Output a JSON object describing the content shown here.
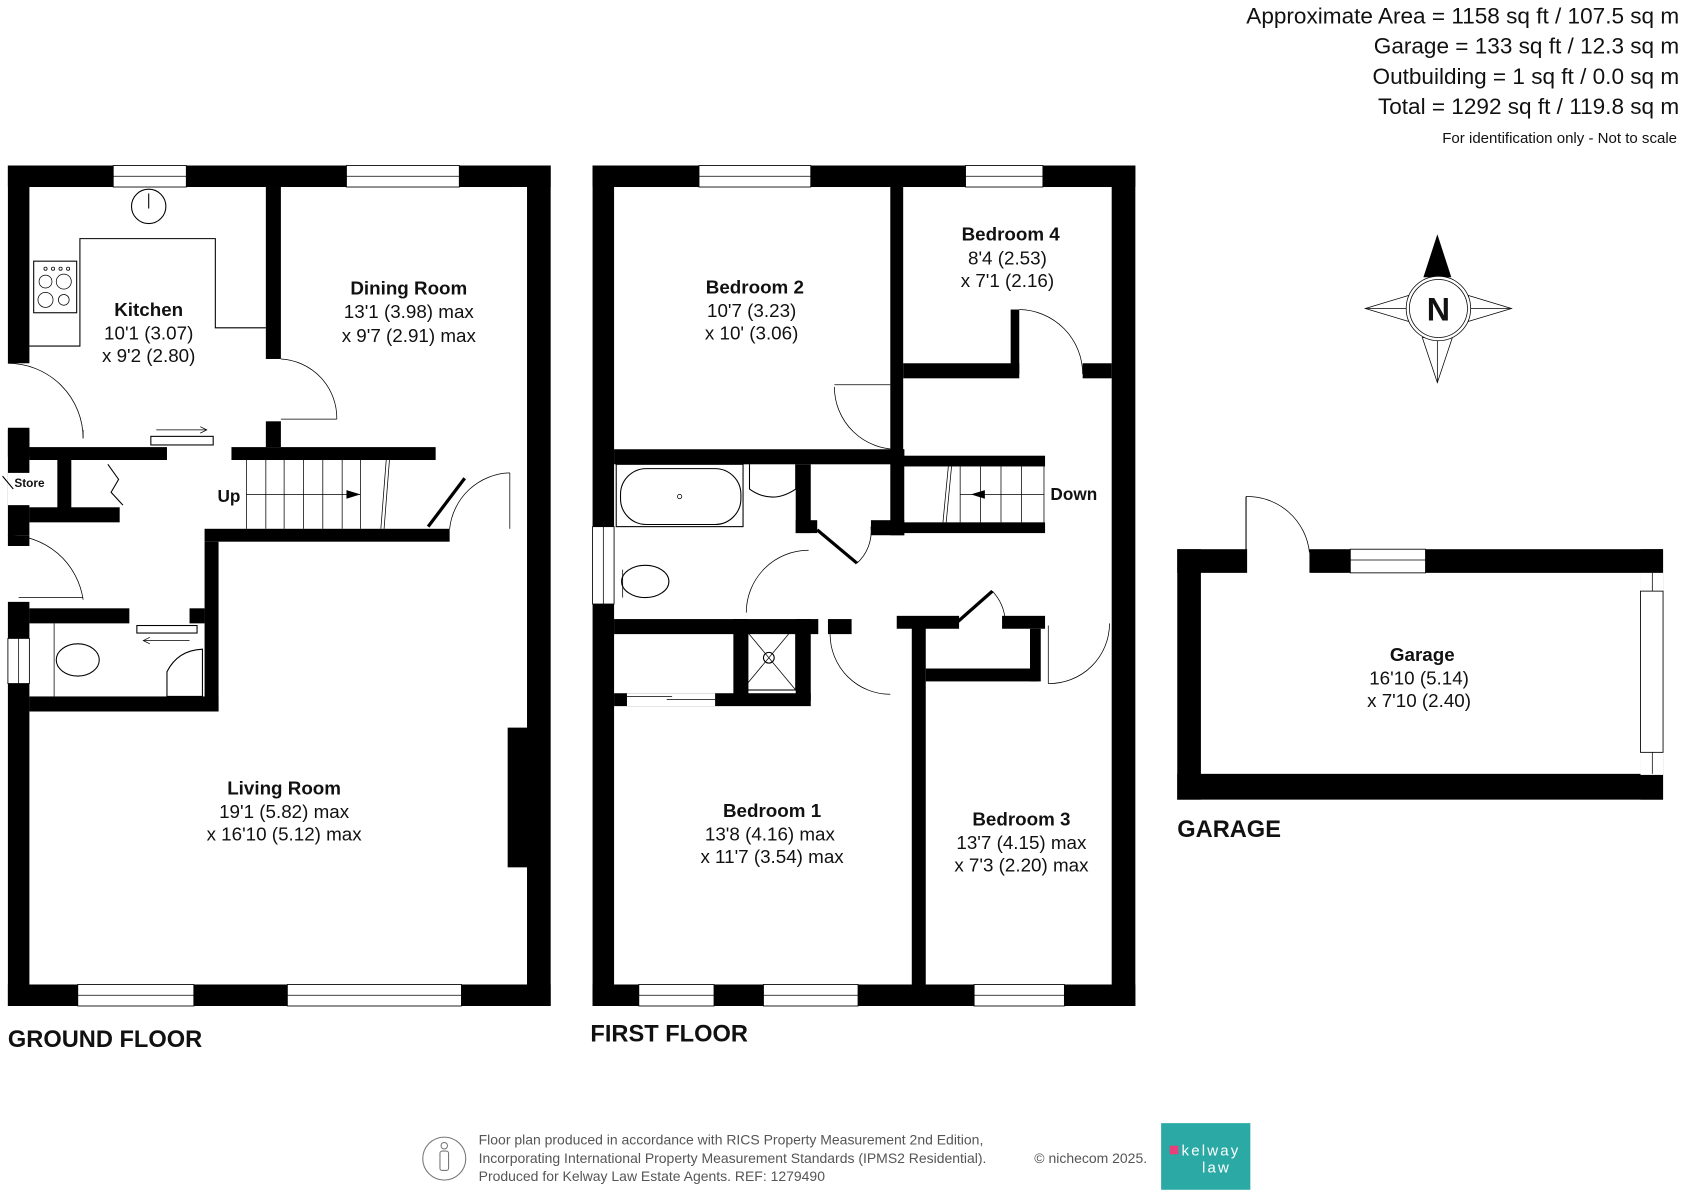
{
  "summary": {
    "approx_area": "Approximate Area = 1158 sq ft / 107.5 sq m",
    "garage": "Garage = 133 sq ft / 12.3 sq m",
    "outbuilding": "Outbuilding = 1 sq ft / 0.0 sq m",
    "total": "Total = 1292 sq ft / 119.8 sq m",
    "disclaimer": "For identification only - Not to scale"
  },
  "ground_floor": {
    "label": "GROUND FLOOR",
    "rooms": {
      "kitchen": {
        "name": "Kitchen",
        "dim1": "10'1 (3.07)",
        "dim2": "x 9'2 (2.80)"
      },
      "dining": {
        "name": "Dining Room",
        "dim1": "13'1 (3.98) max",
        "dim2": "x 9'7 (2.91) max"
      },
      "living": {
        "name": "Living Room",
        "dim1": "19'1 (5.82) max",
        "dim2": "x 16'10 (5.12) max"
      },
      "store": {
        "name": "Store"
      }
    },
    "stairs_label": "Up"
  },
  "first_floor": {
    "label": "FIRST FLOOR",
    "rooms": {
      "bedroom1": {
        "name": "Bedroom 1",
        "dim1": "13'8 (4.16) max",
        "dim2": "x 11'7 (3.54) max"
      },
      "bedroom2": {
        "name": "Bedroom 2",
        "dim1": "10'7 (3.23)",
        "dim2": "x 10' (3.06)"
      },
      "bedroom3": {
        "name": "Bedroom 3",
        "dim1": "13'7 (4.15) max",
        "dim2": "x 7'3 (2.20) max"
      },
      "bedroom4": {
        "name": "Bedroom 4",
        "dim1": "8'4 (2.53)",
        "dim2": "x 7'1 (2.16)"
      }
    },
    "stairs_label": "Down"
  },
  "garage": {
    "label": "GARAGE",
    "room": {
      "name": "Garage",
      "dim1": "16'10 (5.14)",
      "dim2": "x 7'10 (2.40)"
    }
  },
  "compass": {
    "letter": "N",
    "icon": "north-compass-icon"
  },
  "footer": {
    "line1": "Floor plan produced in accordance with RICS Property Measurement 2nd Edition,",
    "line2": "Incorporating International Property Measurement Standards (IPMS2 Residential).",
    "copyright": "© nichecom 2025.",
    "line3": "Produced for Kelway Law Estate Agents.   REF:  1279490",
    "logo_line1": "kelway",
    "logo_line2": "law",
    "logo_bg": "#2aa9a5",
    "logo_accent": "#e8407a"
  }
}
